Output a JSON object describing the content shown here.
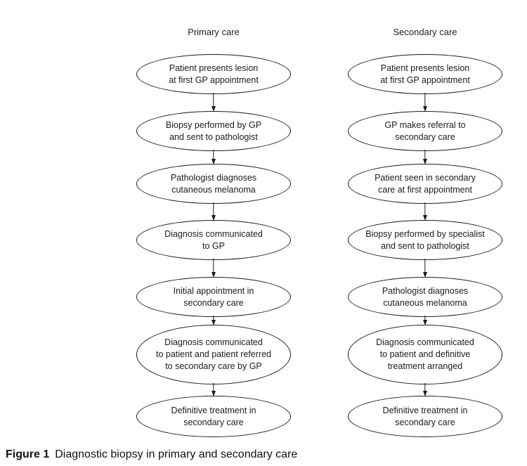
{
  "figure": {
    "caption": {
      "label": "Figure 1",
      "text": "Diagnostic biopsy in primary and secondary care"
    }
  },
  "flowchart": {
    "columns": [
      {
        "title": "Primary care",
        "nodes": [
          {
            "lines": [
              "Patient presents lesion",
              "at first GP appointment"
            ]
          },
          {
            "lines": [
              "Biopsy performed by GP",
              "and sent to pathologist"
            ]
          },
          {
            "lines": [
              "Pathologist diagnoses",
              "cutaneous melanoma"
            ]
          },
          {
            "lines": [
              "Diagnosis communicated",
              "to GP"
            ]
          },
          {
            "lines": [
              "Initial appointment in",
              "secondary care"
            ]
          },
          {
            "lines": [
              "Diagnosis communicated",
              "to patient and patient referred",
              "to secondary care by GP"
            ]
          },
          {
            "lines": [
              "Definitive treatment in",
              "secondary care"
            ]
          }
        ]
      },
      {
        "title": "Secondary care",
        "nodes": [
          {
            "lines": [
              "Patient presents lesion",
              "at first GP appointment"
            ]
          },
          {
            "lines": [
              "GP makes referral to",
              "secondary care"
            ]
          },
          {
            "lines": [
              "Patient seen in secondary",
              "care at first appointment"
            ]
          },
          {
            "lines": [
              "Biopsy performed by specialist",
              "and sent to pathologist"
            ]
          },
          {
            "lines": [
              "Pathologist diagnoses",
              "cutaneous melanoma"
            ]
          },
          {
            "lines": [
              "Diagnosis communicated",
              "to patient and definitive",
              "treatment arranged"
            ]
          },
          {
            "lines": [
              "Definitive treatment in",
              "secondary care"
            ]
          }
        ]
      }
    ]
  },
  "colors": {
    "background": "#ffffff",
    "stroke": "#1c1c1c",
    "text": "#1b1b1b"
  }
}
